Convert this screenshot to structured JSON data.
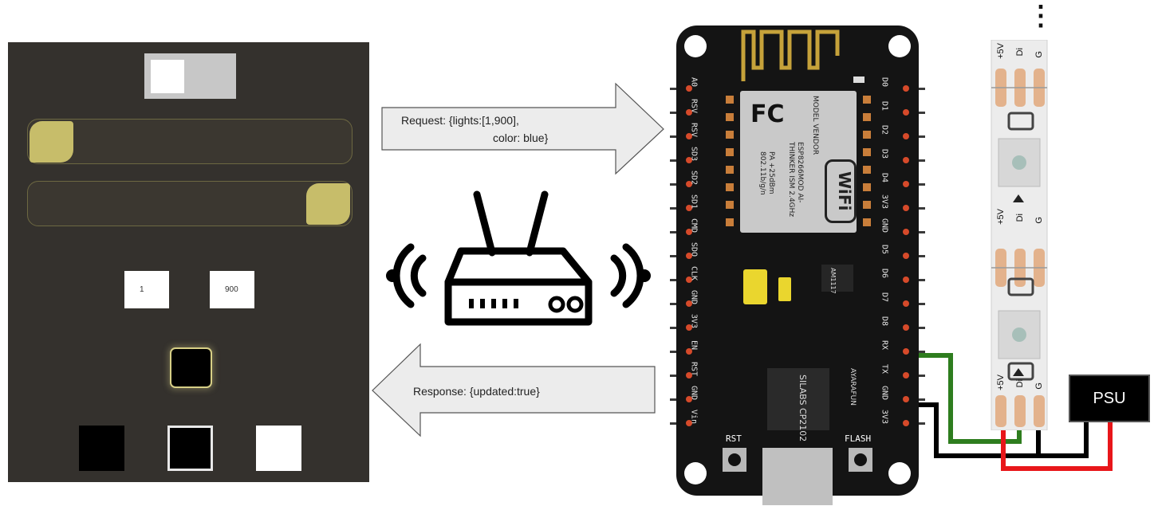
{
  "app": {
    "toggle_on": false,
    "range_start_slider_value": 0,
    "range_end_slider_value": 1,
    "range_start_value": "1",
    "range_end_value": "900",
    "current_color": "#000000",
    "swatches": [
      {
        "color": "#000000",
        "selected": false
      },
      {
        "color": "#000000",
        "selected": true
      },
      {
        "color": "#ffffff",
        "selected": false
      }
    ],
    "accent_color": "#c7bd6a"
  },
  "request": {
    "line1": "Request: {lights:[1,900],",
    "line2": "color: blue}"
  },
  "response": {
    "text": "Response: {updated:true}"
  },
  "board": {
    "left_pins": [
      "A0",
      "RSV",
      "RSV",
      "SD3",
      "SD2",
      "SD1",
      "CMD",
      "SDO",
      "CLK",
      "GND",
      "3V3",
      "EN",
      "RST",
      "GND",
      "Vin"
    ],
    "right_pins": [
      "D0",
      "D1",
      "D2",
      "D3",
      "D4",
      "3V3",
      "GND",
      "D5",
      "D6",
      "D7",
      "D8",
      "RX",
      "TX",
      "GND",
      "3V3"
    ],
    "module_lines": [
      "MODEL",
      "VENDOR",
      "ESP8266MOD",
      "AI-THINKER",
      "ISM 2.4GHz",
      "PA +25dBm",
      "802.11b/g/n"
    ],
    "fcc": "FC",
    "wifi_text": "WiFi",
    "regulator": "AM1117",
    "usb_chip_lines": [
      "SILABS",
      "CP2102"
    ],
    "brand": "AYARAFUN",
    "rst_label": "RST",
    "flash_label": "FLASH"
  },
  "strip": {
    "labels": [
      "+5V",
      "Di",
      "G"
    ],
    "continuation": "⋮"
  },
  "psu": {
    "label": "PSU"
  },
  "wire_colors": {
    "data": "#2e7d1e",
    "ground": "#000000",
    "power": "#e8161a"
  }
}
